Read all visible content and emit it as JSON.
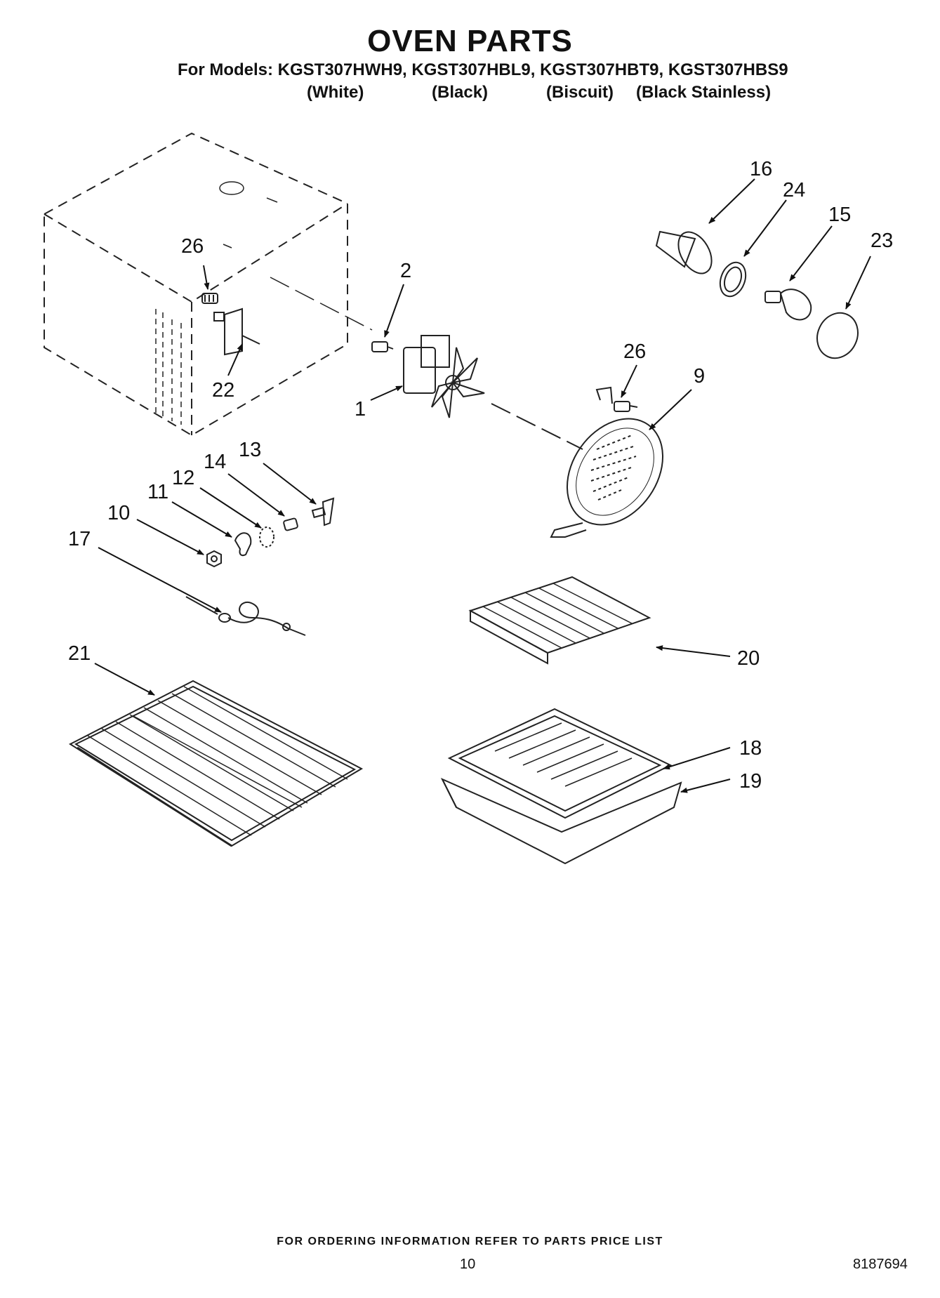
{
  "header": {
    "title": "OVEN PARTS",
    "models_line": "For Models: KGST307HWH9, KGST307HBL9, KGST307HBT9, KGST307HBS9",
    "variants": [
      "(White)",
      "(Black)",
      "(Biscuit)",
      "(Black Stainless)"
    ]
  },
  "callouts": {
    "c26a": "26",
    "c22": "22",
    "c2": "2",
    "c1": "1",
    "c26b": "26",
    "c9": "9",
    "c16": "16",
    "c24": "24",
    "c15": "15",
    "c23": "23",
    "c13": "13",
    "c14": "14",
    "c12": "12",
    "c11": "11",
    "c10": "10",
    "c17": "17",
    "c21": "21",
    "c20": "20",
    "c18": "18",
    "c19": "19"
  },
  "footer": {
    "note": "FOR ORDERING INFORMATION REFER TO PARTS PRICE LIST",
    "page_number": "10",
    "doc_number": "8187694"
  }
}
